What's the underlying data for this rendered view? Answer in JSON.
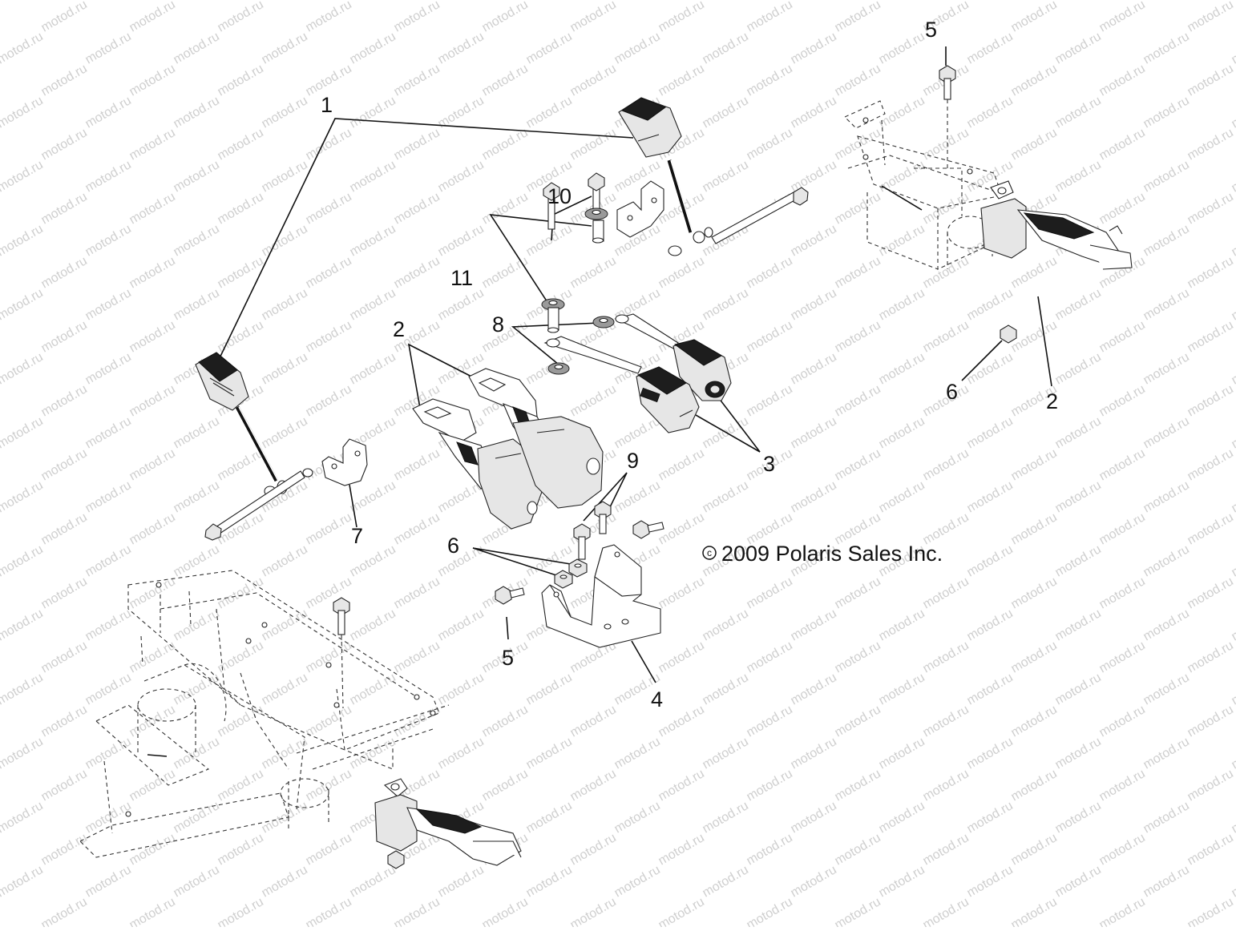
{
  "diagram": {
    "callouts": [
      "1",
      "2",
      "3",
      "4",
      "5",
      "6",
      "7",
      "8",
      "9",
      "10",
      "11",
      "2",
      "5",
      "6"
    ],
    "copyright": "2009 Polaris Sales Inc.",
    "copyright_symbol": "c",
    "watermark": "motod.ru"
  }
}
